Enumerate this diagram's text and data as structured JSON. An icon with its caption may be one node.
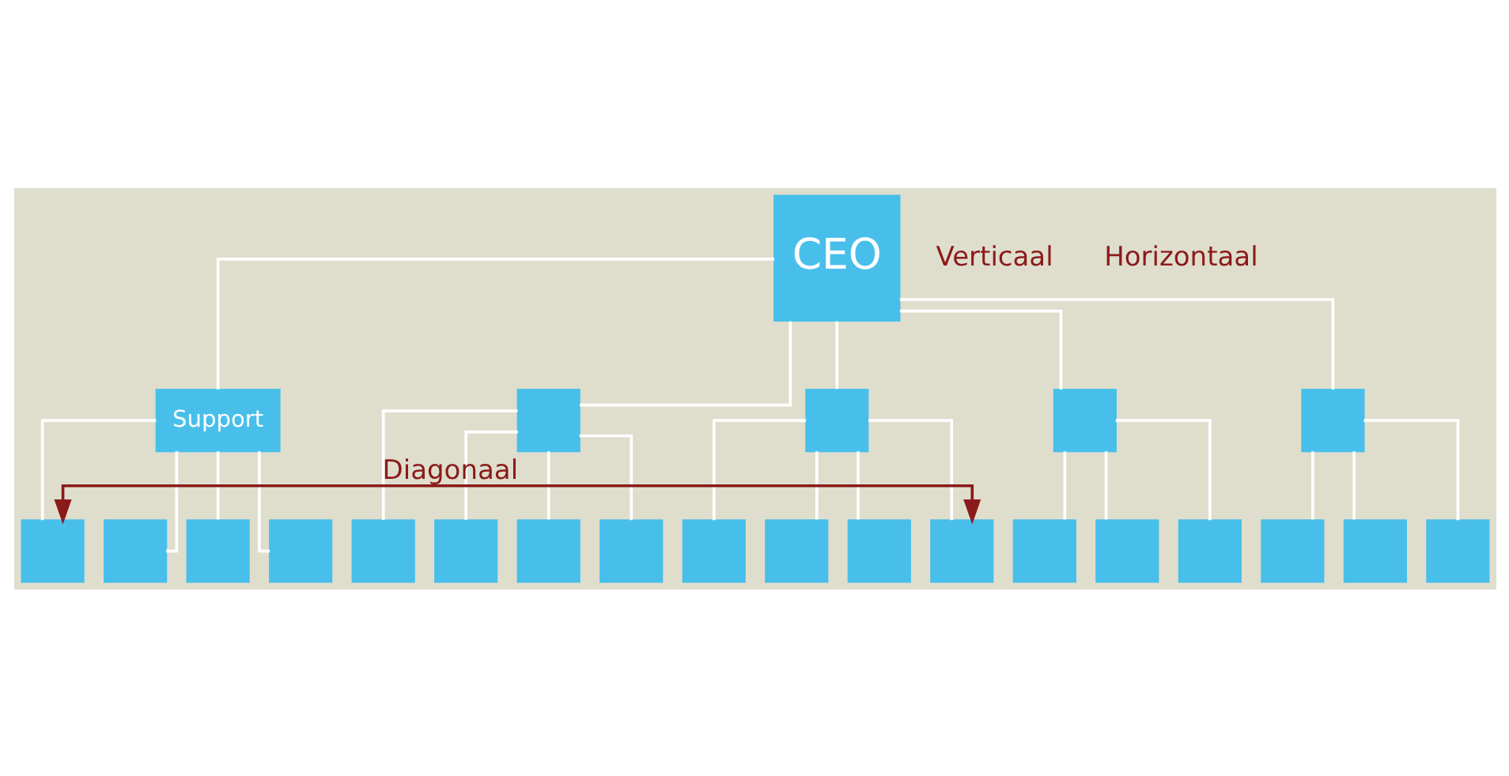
{
  "diagram": {
    "nodes": [
      {
        "text": [
          "CEO"
        ]
      },
      {
        "text": [
          "Support"
        ]
      },
      {
        "text": [],
        "shape": "box"
      },
      {
        "text": [],
        "shape": "box"
      },
      {
        "text": [],
        "shape": "box"
      },
      {
        "text": [],
        "shape": "box"
      },
      {
        "text": [],
        "shape": "box"
      },
      {
        "text": [],
        "shape": "box"
      },
      {
        "text": [],
        "shape": "box"
      },
      {
        "text": [],
        "shape": "box"
      },
      {
        "text": [],
        "shape": "box"
      },
      {
        "text": [],
        "shape": "box"
      },
      {
        "text": [],
        "shape": "box"
      },
      {
        "text": [],
        "shape": "box"
      },
      {
        "text": [],
        "shape": "box"
      },
      {
        "text": [],
        "shape": "box"
      },
      {
        "text": [],
        "shape": "box"
      },
      {
        "text": [],
        "shape": "box"
      },
      {
        "text": [],
        "shape": "box"
      },
      {
        "text": [],
        "shape": "box"
      },
      {
        "text": [],
        "shape": "box"
      },
      {
        "text": [],
        "shape": "box"
      },
      {
        "text": [],
        "shape": "box"
      },
      {
        "text": [],
        "shape": "box"
      }
    ],
    "edges": [
      {
        "from": 0,
        "to": 1,
        "arrow": "none"
      },
      {
        "from": 0,
        "to": 6,
        "arrow": "none"
      },
      {
        "from": 0,
        "to": 7,
        "arrow": "none"
      },
      {
        "from": 0,
        "to": 8,
        "arrow": "none"
      },
      {
        "from": 0,
        "to": 9,
        "arrow": "none"
      },
      {
        "from": 1,
        "to": 2,
        "arrow": "none"
      },
      {
        "from": 1,
        "to": 3,
        "arrow": "none"
      },
      {
        "from": 1,
        "to": 4,
        "arrow": "none"
      },
      {
        "from": 1,
        "to": 5,
        "arrow": "none"
      },
      {
        "from": 6,
        "to": 10,
        "arrow": "none"
      },
      {
        "from": 6,
        "to": 11,
        "arrow": "none"
      },
      {
        "from": 6,
        "to": 12,
        "arrow": "none"
      },
      {
        "from": 6,
        "to": 13,
        "arrow": "none"
      },
      {
        "from": 7,
        "to": 14,
        "arrow": "none"
      },
      {
        "from": 7,
        "to": 15,
        "arrow": "none"
      },
      {
        "from": 7,
        "to": 16,
        "arrow": "none"
      },
      {
        "from": 7,
        "to": 17,
        "arrow": "none"
      },
      {
        "from": 8,
        "to": 18,
        "arrow": "none"
      },
      {
        "from": 8,
        "to": 19,
        "arrow": "none"
      },
      {
        "from": 8,
        "to": 20,
        "arrow": "none"
      },
      {
        "from": 9,
        "to": 21,
        "arrow": "none"
      },
      {
        "from": 9,
        "to": 22,
        "arrow": "none"
      },
      {
        "from": 9,
        "to": 23,
        "arrow": "none"
      },
      {
        "from": 17,
        "to": 2,
        "arrow": "both",
        "label": "Diagonaal",
        "color": "#8b1a1a"
      }
    ],
    "labels": [
      "Verticaal",
      "Horizontaal"
    ]
  }
}
